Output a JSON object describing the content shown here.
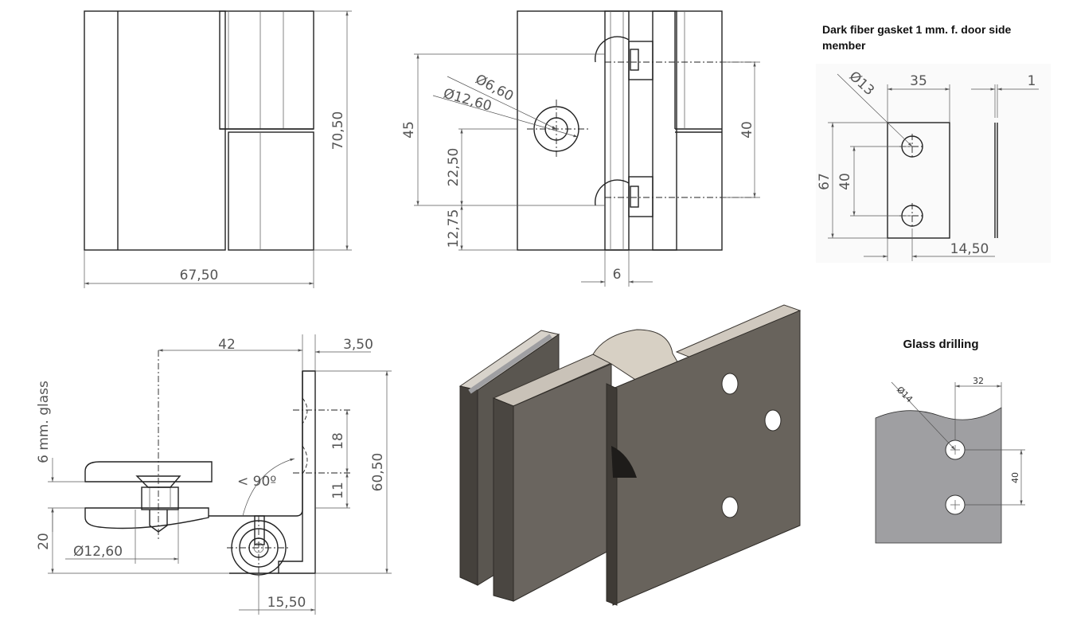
{
  "titles": {
    "gasket": "Dark fiber gasket 1 mm. f. door side",
    "gasket_line2": "member",
    "glass_drilling": "Glass drilling"
  },
  "front_view": {
    "width": "67,50",
    "height": "70,50"
  },
  "side_view": {
    "hole_small": "Ø6,60",
    "hole_large": "Ø12,60",
    "d45": "45",
    "d22_50": "22,50",
    "d12_75": "12,75",
    "d40": "40",
    "d6": "6"
  },
  "gasket_view": {
    "hole": "Ø13",
    "width": "35",
    "thickness": "1",
    "height": "67",
    "pitch": "40",
    "offset": "14,50"
  },
  "top_view": {
    "d42": "42",
    "d3_50": "3,50",
    "glass": "6 mm. glass",
    "d18": "18",
    "angle": "< 90º",
    "d60_50": "60,50",
    "d11": "11",
    "d20": "20",
    "hole": "Ø12,60",
    "d15_50": "15,50"
  },
  "glass_view": {
    "hole": "Ø14",
    "d32": "32",
    "d40": "40"
  },
  "colors": {
    "metal": "#66615b",
    "metal_dark": "#3f3b36",
    "metal_light": "#8d8780",
    "glass": "#9f9fa2"
  }
}
